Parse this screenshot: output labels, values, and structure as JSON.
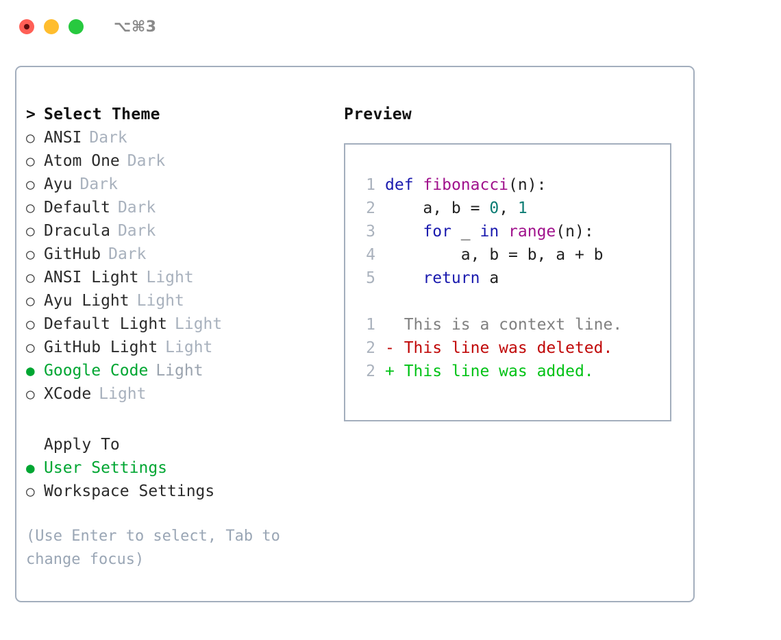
{
  "titlebar": {
    "shortcut": "⌥⌘3",
    "buttons": [
      {
        "name": "close",
        "color": "#ff5f56"
      },
      {
        "name": "minimize",
        "color": "#ffbd2e"
      },
      {
        "name": "zoom",
        "color": "#27c93f"
      }
    ]
  },
  "theme_list": {
    "header": "Select Theme",
    "caret": ">",
    "bullet_on": "●",
    "bullet_off": "○",
    "items": [
      {
        "label": "ANSI",
        "mode": "Dark",
        "selected": false
      },
      {
        "label": "Atom One",
        "mode": "Dark",
        "selected": false
      },
      {
        "label": "Ayu",
        "mode": "Dark",
        "selected": false
      },
      {
        "label": "Default",
        "mode": "Dark",
        "selected": false
      },
      {
        "label": "Dracula",
        "mode": "Dark",
        "selected": false
      },
      {
        "label": "GitHub",
        "mode": "Dark",
        "selected": false
      },
      {
        "label": "ANSI Light",
        "mode": "Light",
        "selected": false
      },
      {
        "label": "Ayu Light",
        "mode": "Light",
        "selected": false
      },
      {
        "label": "Default Light",
        "mode": "Light",
        "selected": false
      },
      {
        "label": "GitHub Light",
        "mode": "Light",
        "selected": false
      },
      {
        "label": "Google Code",
        "mode": "Light",
        "selected": true
      },
      {
        "label": "XCode",
        "mode": "Light",
        "selected": false
      }
    ]
  },
  "apply_to": {
    "header": "Apply To",
    "items": [
      {
        "label": "User Settings",
        "selected": true
      },
      {
        "label": "Workspace Settings",
        "selected": false
      }
    ]
  },
  "hint": "(Use Enter to select, Tab to change focus)",
  "preview": {
    "title": "Preview",
    "code_lines": [
      {
        "num": "1",
        "tokens": [
          {
            "t": "def",
            "c": "kw"
          },
          {
            "t": " ",
            "c": "pl"
          },
          {
            "t": "fibonacci",
            "c": "fn"
          },
          {
            "t": "(n):",
            "c": "pl"
          }
        ]
      },
      {
        "num": "2",
        "tokens": [
          {
            "t": "    a, b = ",
            "c": "pl"
          },
          {
            "t": "0",
            "c": "num"
          },
          {
            "t": ", ",
            "c": "pl"
          },
          {
            "t": "1",
            "c": "num"
          }
        ]
      },
      {
        "num": "3",
        "tokens": [
          {
            "t": "    ",
            "c": "pl"
          },
          {
            "t": "for",
            "c": "kw"
          },
          {
            "t": " _ ",
            "c": "pl"
          },
          {
            "t": "in",
            "c": "kw"
          },
          {
            "t": " ",
            "c": "pl"
          },
          {
            "t": "range",
            "c": "fn"
          },
          {
            "t": "(n):",
            "c": "pl"
          }
        ]
      },
      {
        "num": "4",
        "tokens": [
          {
            "t": "        a, b = b, a + b",
            "c": "pl"
          }
        ]
      },
      {
        "num": "5",
        "tokens": [
          {
            "t": "    ",
            "c": "pl"
          },
          {
            "t": "return",
            "c": "kw"
          },
          {
            "t": " a",
            "c": "pl"
          }
        ]
      }
    ],
    "diff_lines": [
      {
        "num": "1",
        "marker": "  ",
        "text": "This is a context line.",
        "kind": "ctx"
      },
      {
        "num": "2",
        "marker": "- ",
        "text": "This line was deleted.",
        "kind": "del"
      },
      {
        "num": "2",
        "marker": "+ ",
        "text": "This line was added.",
        "kind": "add"
      }
    ]
  },
  "colors": {
    "accent_green": "#00a632",
    "border": "#a3aebd",
    "muted": "#a8b1bd",
    "hint": "#9aa6b5",
    "keyword": "#1a1aae",
    "function": "#a0118c",
    "number": "#0b7c73",
    "deleted": "#c00808",
    "added": "#00c215",
    "context": "#808080"
  }
}
